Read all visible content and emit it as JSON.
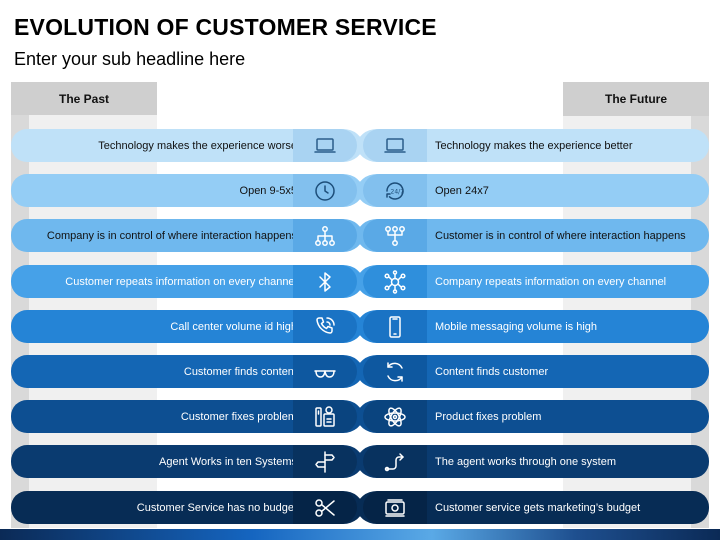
{
  "slide": {
    "title": "EVOLUTION OF CUSTOMER SERVICE",
    "subtitle": "Enter your sub headline here",
    "past_header": "The Past",
    "future_header": "The Future"
  },
  "rows": [
    {
      "past": "Technology makes the experience worse",
      "future": "Technology makes the experience better",
      "past_icon": "laptop-icon",
      "future_icon": "laptop-icon",
      "bg": "#bfe1f8",
      "icon_bg": "#a9d3f2",
      "text": "#111111",
      "stroke": "#2a5d8a"
    },
    {
      "past": "Open 9-5x5",
      "future": "Open 24x7",
      "past_icon": "clock-icon",
      "future_icon": "clock-24-7-icon",
      "bg": "#94cdf5",
      "icon_bg": "#82c0ee",
      "text": "#111111",
      "stroke": "#1d4e7a"
    },
    {
      "past": "Company is in control of where interaction happens",
      "future": "Customer is in control of where interaction happens",
      "past_icon": "hierarchy-icon",
      "future_icon": "network-icon",
      "bg": "#6fb8ee",
      "icon_bg": "#5aa9e6",
      "text": "#111111",
      "stroke": "#ffffff"
    },
    {
      "past": "Customer repeats information on every channel",
      "future": "Company repeats information on every channel",
      "past_icon": "bluetooth-icon",
      "future_icon": "hub-icon",
      "bg": "#46a1e8",
      "icon_bg": "#2f8fdc",
      "text": "#ffffff",
      "stroke": "#ffffff"
    },
    {
      "past": "Call center volume id high",
      "future": "Mobile messaging volume is high",
      "past_icon": "phone-icon",
      "future_icon": "smartphone-icon",
      "bg": "#2584d6",
      "icon_bg": "#1a73c4",
      "text": "#ffffff",
      "stroke": "#ffffff"
    },
    {
      "past": "Customer finds content",
      "future": "Content finds customer",
      "past_icon": "glasses-icon",
      "future_icon": "refresh-icon",
      "bg": "#1466b4",
      "icon_bg": "#0e58a0",
      "text": "#ffffff",
      "stroke": "#ffffff"
    },
    {
      "past": "Customer fixes problem",
      "future": "Product fixes problem",
      "past_icon": "tools-icon",
      "future_icon": "atom-icon",
      "bg": "#0d4f92",
      "icon_bg": "#0a447f",
      "text": "#ffffff",
      "stroke": "#ffffff"
    },
    {
      "past": "Agent Works in ten Systems",
      "future": "The agent works through one system",
      "past_icon": "signpost-icon",
      "future_icon": "route-icon",
      "bg": "#0a3b70",
      "icon_bg": "#08325f",
      "text": "#ffffff",
      "stroke": "#ffffff"
    },
    {
      "past": "Customer Service has no budget",
      "future": "Customer service gets marketing’s budget",
      "past_icon": "scissors-icon",
      "future_icon": "money-icon",
      "bg": "#072c55",
      "icon_bg": "#052447",
      "text": "#ffffff",
      "stroke": "#ffffff"
    }
  ]
}
